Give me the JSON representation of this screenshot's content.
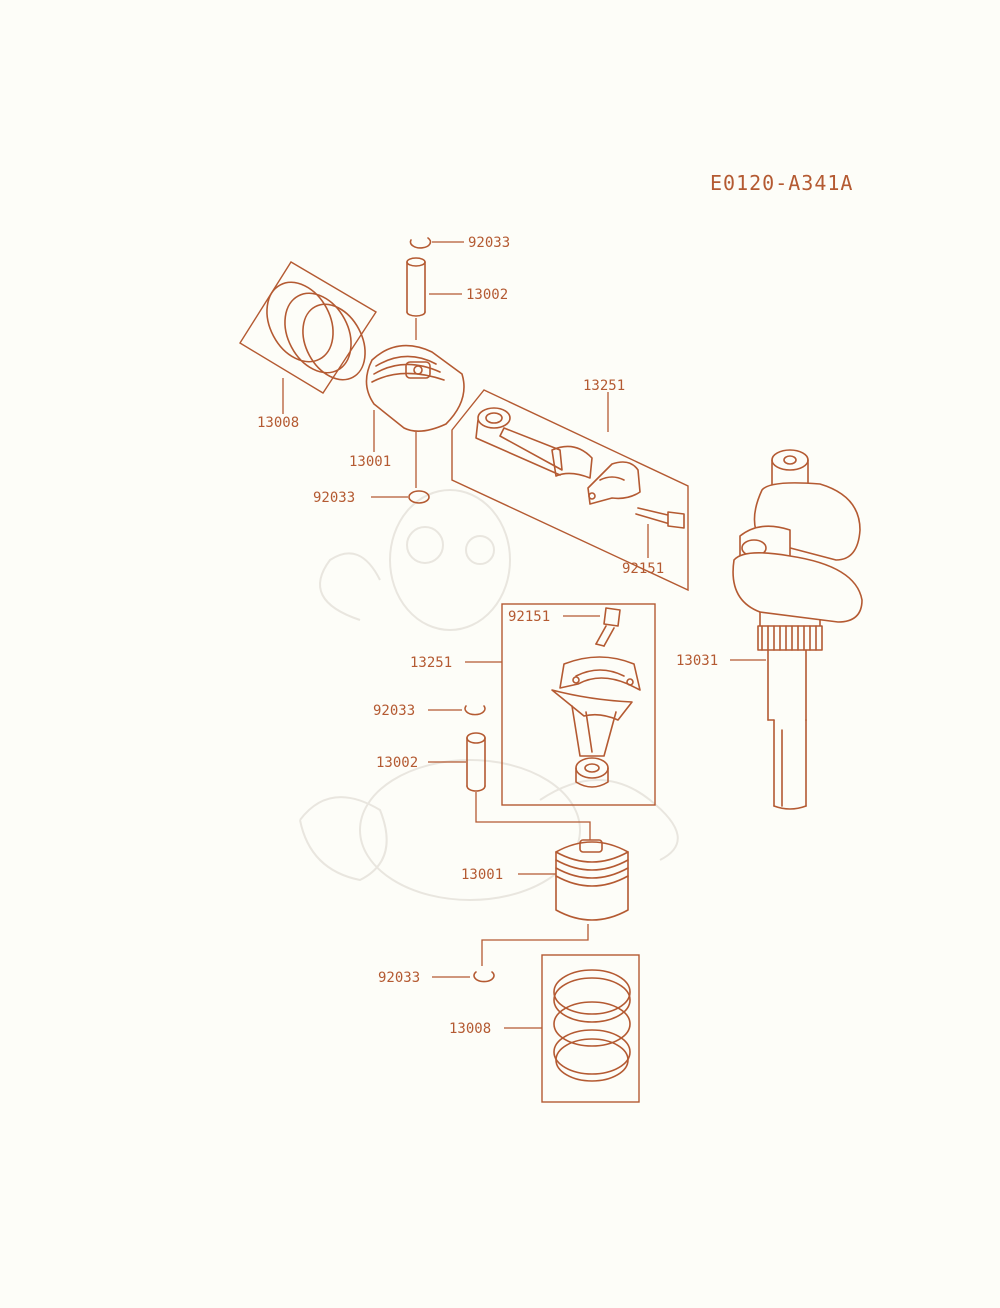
{
  "diagram": {
    "code": "E0120-A341A",
    "colors": {
      "line": "#b45a32",
      "background": "#fdfdf8",
      "watermark": "#e9e6df"
    },
    "labels": [
      {
        "id": "circlip-1",
        "text": "92033"
      },
      {
        "id": "pin-1",
        "text": "13002"
      },
      {
        "id": "rings-1",
        "text": "13008"
      },
      {
        "id": "piston-1",
        "text": "13001"
      },
      {
        "id": "circlip-2",
        "text": "92033"
      },
      {
        "id": "rod-1",
        "text": "13251"
      },
      {
        "id": "bolt-1",
        "text": "92151"
      },
      {
        "id": "bolt-2",
        "text": "92151"
      },
      {
        "id": "rod-2",
        "text": "13251"
      },
      {
        "id": "crank",
        "text": "13031"
      },
      {
        "id": "circlip-3",
        "text": "92033"
      },
      {
        "id": "pin-2",
        "text": "13002"
      },
      {
        "id": "piston-2",
        "text": "13001"
      },
      {
        "id": "circlip-4",
        "text": "92033"
      },
      {
        "id": "rings-2",
        "text": "13008"
      }
    ]
  }
}
